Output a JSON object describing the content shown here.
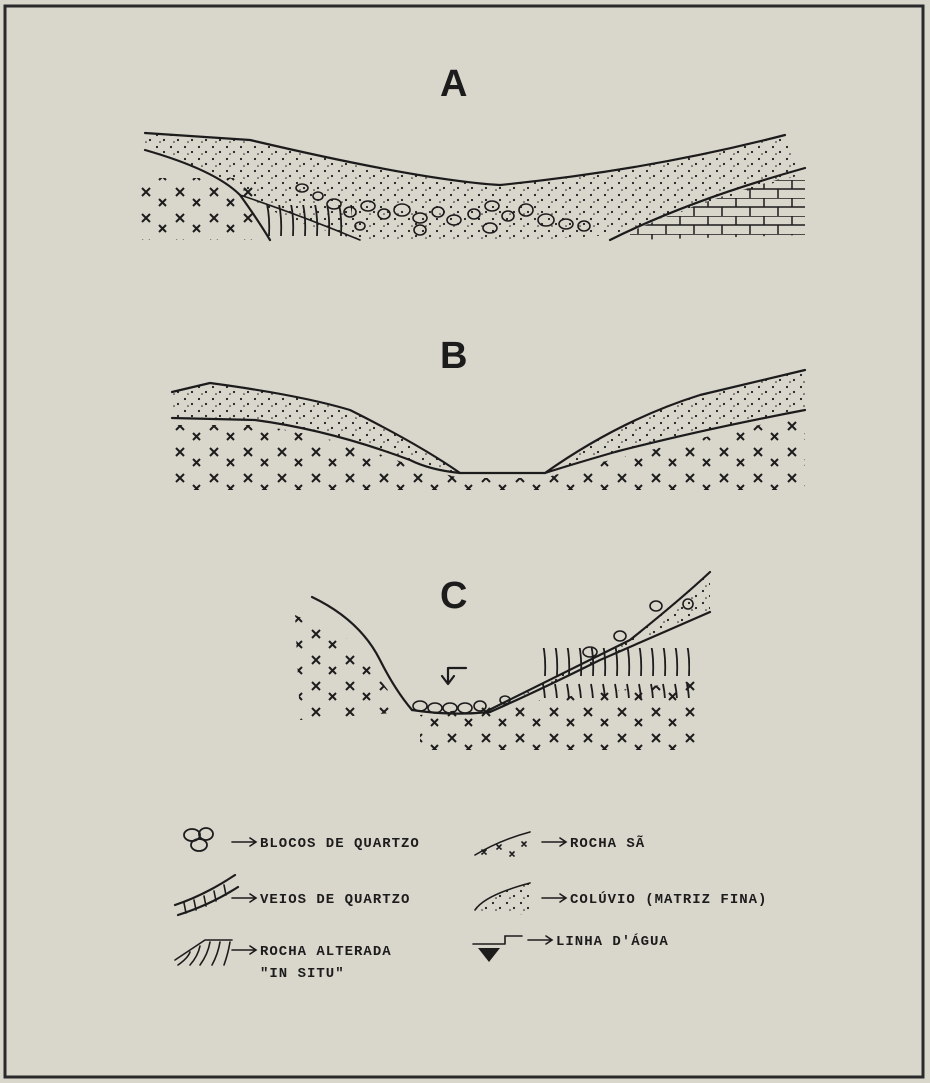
{
  "figure": {
    "panels": [
      {
        "id": "A",
        "label": "A"
      },
      {
        "id": "B",
        "label": "B"
      },
      {
        "id": "C",
        "label": "C"
      }
    ]
  },
  "legend": {
    "blocos": {
      "label": "BLOCOS DE QUARTZO",
      "icon": "quartz-blocks-icon"
    },
    "veios": {
      "label": "VEIOS DE QUARTZO",
      "icon": "quartz-veins-icon"
    },
    "alterada": {
      "label_line1": "ROCHA ALTERADA",
      "label_line2": "\"IN SITU\"",
      "icon": "altered-rock-icon"
    },
    "rocha_sa": {
      "label": "ROCHA SÃ",
      "icon": "fresh-rock-icon"
    },
    "coluvio": {
      "label": "COLÚVIO (MATRIZ FINA)",
      "icon": "colluvium-icon"
    },
    "linha_agua": {
      "label": "LINHA D'ÁGUA",
      "icon": "water-line-icon"
    }
  },
  "colors": {
    "paper": "#d9d6cc",
    "ink": "#1c1c1c",
    "border": "#2a2a2a"
  }
}
